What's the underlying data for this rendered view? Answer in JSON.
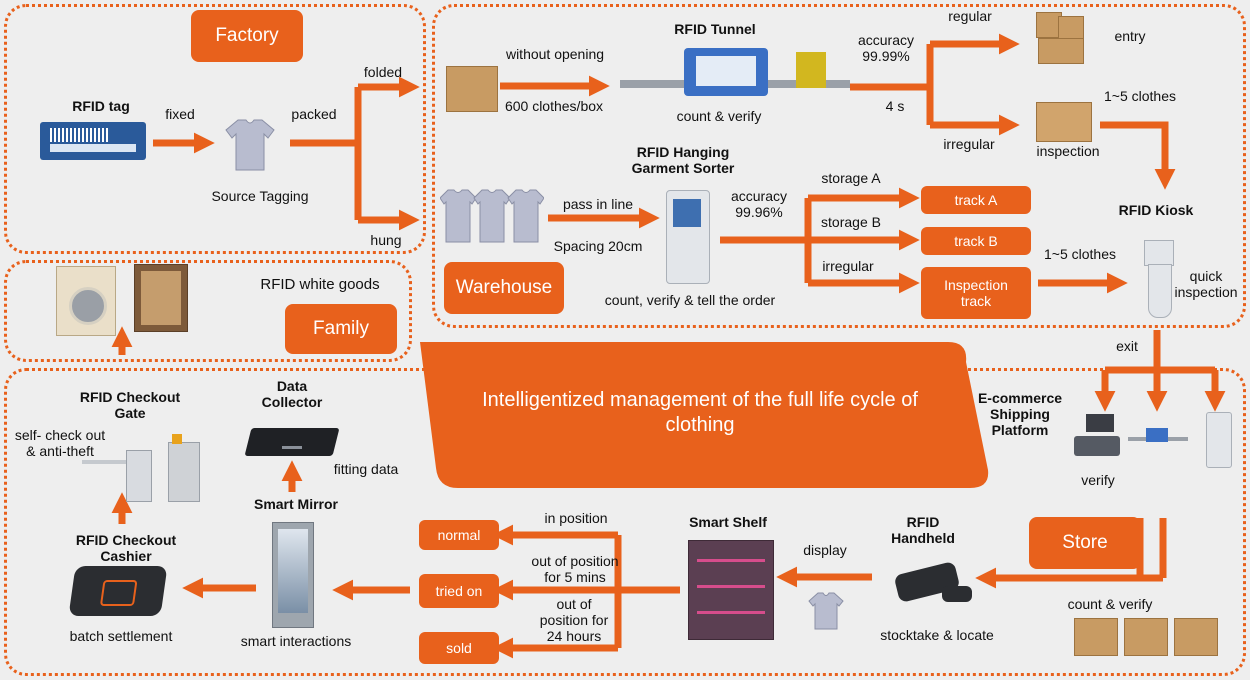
{
  "colors": {
    "accent": "#e8611c",
    "background": "#eeeeee",
    "text": "#111111"
  },
  "regions": {
    "factory": "Factory",
    "warehouse": "Warehouse",
    "family": "Family",
    "store": "Store",
    "center_title": "Intelligentized management of the full life cycle of clothing"
  },
  "factory": {
    "rfid_tag": "RFID tag",
    "fixed": "fixed",
    "source_tagging": "Source Tagging",
    "packed": "packed",
    "folded": "folded",
    "hung": "hung"
  },
  "tunnel": {
    "title": "RFID Tunnel",
    "without_opening": "without opening",
    "per_box": "600 clothes/box",
    "count_verify": "count & verify",
    "accuracy": "accuracy\n99.99%",
    "time": "4 s",
    "regular": "regular",
    "irregular": "irregular",
    "entry": "entry",
    "inspection": "inspection",
    "clothes": "1~5 clothes"
  },
  "sorter": {
    "title": "RFID Hanging\nGarment Sorter",
    "pass": "pass in line",
    "spacing": "Spacing 20cm",
    "order": "count, verify & tell the order",
    "accuracy": "accuracy\n99.96%",
    "storage_a": "storage A",
    "storage_b": "storage B",
    "irregular": "irregular",
    "track_a": "track A",
    "track_b": "track B",
    "inspection_track": "Inspection\ntrack"
  },
  "kiosk": {
    "title": "RFID Kiosk",
    "clothes": "1~5 clothes",
    "quick": "quick\ninspection",
    "exit": "exit",
    "platform": "E-commerce\nShipping\nPlatform",
    "verify": "verify"
  },
  "family": {
    "white_goods": "RFID white goods"
  },
  "store": {
    "count_verify": "count & verify",
    "handheld": "RFID\nHandheld",
    "stocktake": "stocktake & locate",
    "display": "display",
    "smart_shelf": "Smart Shelf",
    "in_position": "in position",
    "out5": "out of position\nfor 5 mins",
    "out24": "out of\nposition for\n24 hours",
    "normal": "normal",
    "tried_on": "tried on",
    "sold": "sold",
    "smart_mirror": "Smart Mirror",
    "smart_interactions": "smart interactions",
    "data_collector": "Data\nCollector",
    "fitting_data": "fitting data",
    "cashier": "RFID Checkout\nCashier",
    "batch": "batch settlement",
    "gate": "RFID Checkout\nGate",
    "self_checkout": "self- check out\n& anti-theft"
  }
}
